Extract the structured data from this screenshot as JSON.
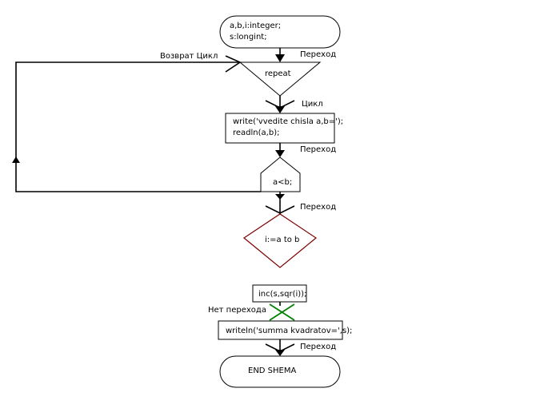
{
  "blocks": {
    "declare_line1": "a,b,i:integer;",
    "declare_line2": "s:longint;",
    "repeat": "repeat",
    "write_line1": "write('vvedite chisla a,b=');",
    "write_line2": "readln(a,b);",
    "condition": "a<b;",
    "for_loop": "i:=a to b",
    "inc": "inc(s,sqr(i));",
    "writeln": "writeln('summa kvadratov=',s);",
    "end": "END SHEMA"
  },
  "labels": {
    "transition_1": "Переход",
    "return_cycle": "Возврат Цикл",
    "cycle": "Цикл",
    "transition_2": "Переход",
    "transition_3": "Переход",
    "no_transition": "Нет перехода",
    "transition_4": "Переход"
  },
  "colors": {
    "line": "#000000",
    "for_loop_border": "#800000",
    "no_transition_cross": "#008000"
  }
}
